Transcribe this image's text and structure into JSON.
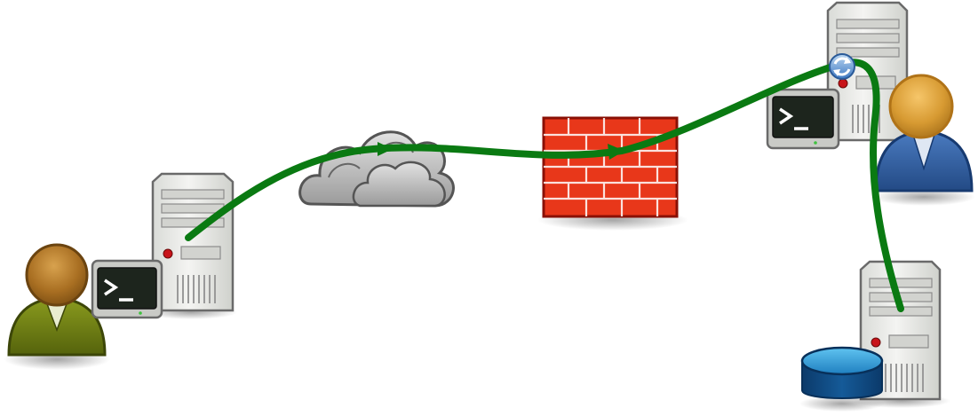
{
  "diagram": {
    "nodes": [
      {
        "id": "user-left",
        "kind": "user",
        "icon": "user-icon",
        "color": "#6f7e14"
      },
      {
        "id": "server-left",
        "kind": "server-with-terminal",
        "icon": "server-icon"
      },
      {
        "id": "cloud",
        "kind": "internet-cloud",
        "icon": "cloud-icon"
      },
      {
        "id": "firewall",
        "kind": "firewall",
        "icon": "firewall-icon",
        "color": "#e8371a"
      },
      {
        "id": "server-gateway",
        "kind": "server-with-terminal",
        "icon": "server-icon"
      },
      {
        "id": "user-right",
        "kind": "user",
        "icon": "user-icon",
        "color": "#2f5e9e"
      },
      {
        "id": "server-db",
        "kind": "database-server",
        "icon": "database-icon",
        "color": "#0a3c6e"
      }
    ],
    "connection": {
      "path": [
        "server-left",
        "cloud",
        "firewall",
        "server-gateway",
        "server-db"
      ],
      "color": "#0a7a12"
    }
  }
}
